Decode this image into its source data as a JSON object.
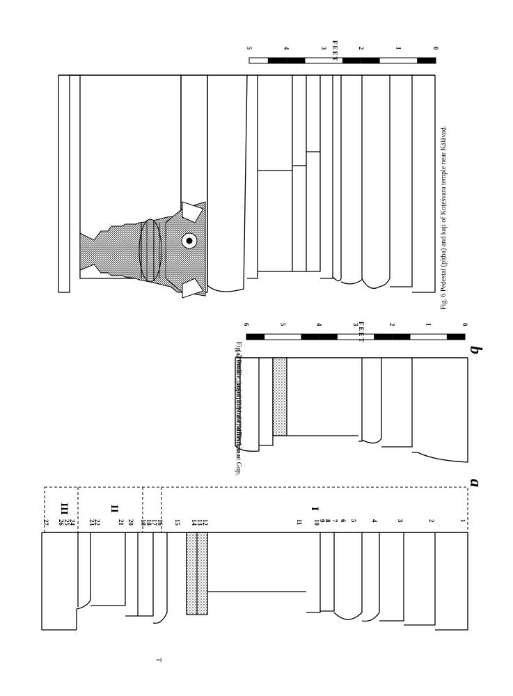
{
  "page": {
    "folio": "T"
  },
  "fig2": {
    "caption_line1": "Fig. 2 Profile projections of Old Temple at Gop,",
    "caption_line2": "(a) terrace, jagatī; (b) base, adhiṣṭhāna.",
    "letter_a": "a",
    "letter_b": "b",
    "zones": [
      "III",
      "II",
      "I"
    ],
    "moulding_numbers": [
      "1",
      "2",
      "3",
      "4",
      "5",
      "6",
      "7",
      "8",
      "9",
      "10",
      "11",
      "12",
      "13",
      "14",
      "15",
      "16",
      "17",
      "18",
      "19",
      "20",
      "21",
      "22",
      "23",
      "24",
      "25",
      "26",
      "27"
    ],
    "scale_b": {
      "label": "FEET",
      "ticks": [
        "0",
        "1",
        "2",
        "3",
        "4",
        "5",
        "6"
      ]
    }
  },
  "fig6": {
    "caption": "Fig. 6 Pedestal (pīṭha) and kaji of Koṭeśvara temple near Kālāvaḍ.",
    "scale": {
      "label": "FEET",
      "ticks": [
        "0",
        "1",
        "2",
        "3",
        "4",
        "5"
      ]
    }
  },
  "colors": {
    "ink": "#000000",
    "paper": "#ffffff"
  }
}
